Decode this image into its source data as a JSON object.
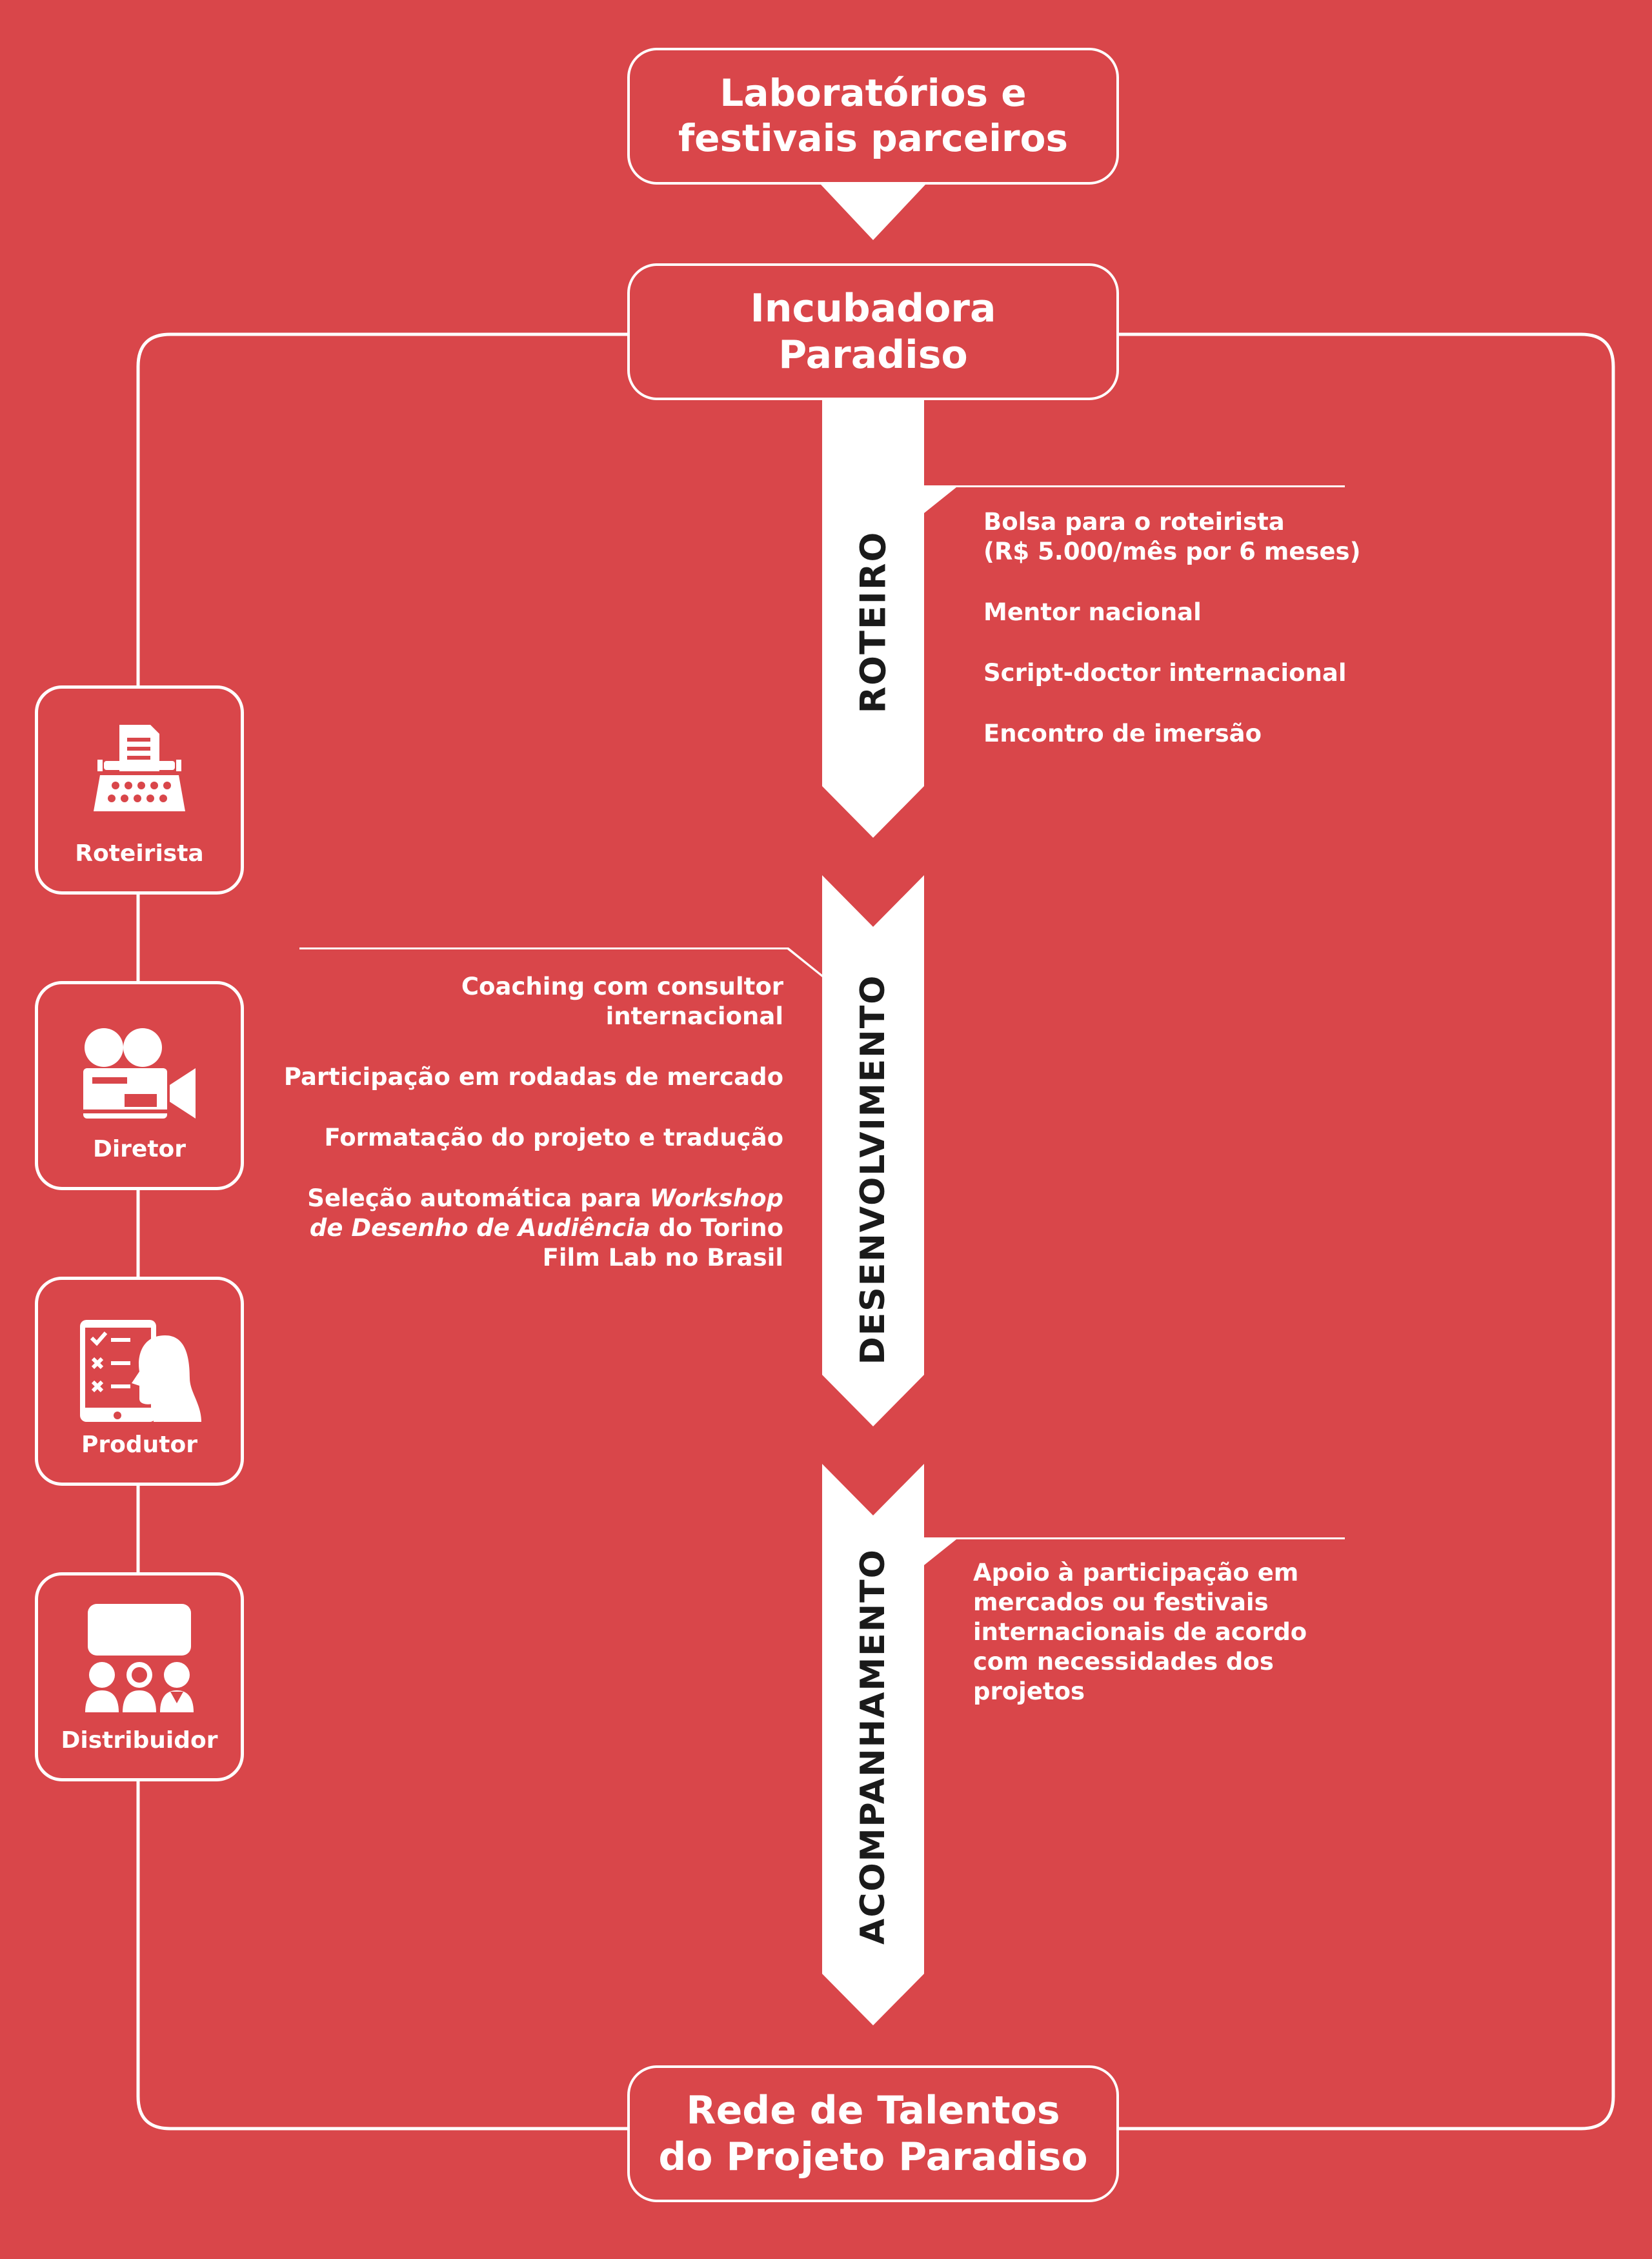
{
  "boxes": {
    "partners": [
      "Laboratórios e",
      "festivais parceiros"
    ],
    "incubator": [
      "Incubadora",
      "Paradiso"
    ],
    "network": [
      "Rede de Talentos",
      "do Projeto Paradiso"
    ]
  },
  "stages": {
    "roteiro": "ROTEIRO",
    "desenvolvimento": "DESENVOLVIMENTO",
    "acompanhamento": "ACOMPANHAMENTO"
  },
  "roteiro_items": {
    "item1_line1": "Bolsa para o roteirista",
    "item1_line2": "(R$ 5.000/mês por 6 meses)",
    "item2": "Mentor nacional",
    "item3": "Script-doctor internacional",
    "item4": "Encontro de imersão"
  },
  "desenvolvimento_items": {
    "item1": "Coaching com consultor internacional",
    "item2": "Participação em rodadas de mercado",
    "item3": "Formatação do projeto e tradução",
    "item4_a": "Seleção automática para ",
    "item4_b": "Workshop",
    "item4_c": "de Desenho de Audiência",
    "item4_d": " do Torino",
    "item4_e": "Film Lab no Brasil"
  },
  "acompanhamento_items": {
    "line1": "Apoio à participação em",
    "line2": "mercados ou festivais",
    "line3": "internacionais de acordo",
    "line4": "com necessidades dos",
    "line5": "projetos"
  },
  "roles": {
    "roteirista": {
      "label": "Roteirista",
      "icon": "typewriter-icon"
    },
    "diretor": {
      "label": "Diretor",
      "icon": "movie-camera-icon"
    },
    "produtor": {
      "label": "Produtor",
      "icon": "checklist-person-icon"
    },
    "distribuidor": {
      "label": "Distribuidor",
      "icon": "audience-screen-icon"
    }
  },
  "colors": {
    "background": "#d9464a",
    "foreground": "#ffffff",
    "stage_text": "#1a1a1a"
  }
}
